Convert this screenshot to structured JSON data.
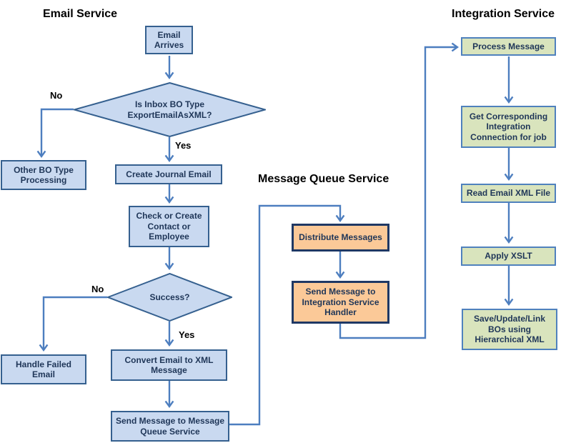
{
  "titles": {
    "email_service": "Email Service",
    "message_queue_service": "Message Queue Service",
    "integration_service": "Integration Service"
  },
  "nodes": {
    "email_arrives": "Email Arrives",
    "is_inbox_bo_type": "Is Inbox BO Type ExportEmailAsXML?",
    "other_bo_type": "Other BO Type Processing",
    "create_journal_email": "Create Journal Email",
    "check_or_create": "Check or Create Contact or Employee",
    "success": "Success?",
    "handle_failed_email": "Handle Failed Email",
    "convert_email_to_xml": "Convert Email to XML Message",
    "send_message_to_queue": "Send Message to Message Queue Service",
    "distribute_messages": "Distribute Messages",
    "send_message_to_handler": "Send Message to Integration Service Handler",
    "process_message": "Process Message",
    "get_corresponding_connection": "Get Corresponding Integration Connection for job",
    "read_email_xml": "Read Email XML File",
    "apply_xslt": "Apply XSLT",
    "save_update_link": "Save/Update/Link BOs using Hierarchical XML"
  },
  "edge_labels": {
    "decision1_no": "No",
    "decision1_yes": "Yes",
    "decision2_no": "No",
    "decision2_yes": "Yes"
  },
  "colors": {
    "blue_fill": "#c9d9f0",
    "blue_border": "#35608f",
    "orange_fill": "#fbc998",
    "orange_border": "#1f3864",
    "green_fill": "#d9e4bd",
    "green_border": "#4f81bd",
    "connector": "#4d7ebf",
    "node_text": "#1f3658",
    "title_text": "#000000"
  }
}
